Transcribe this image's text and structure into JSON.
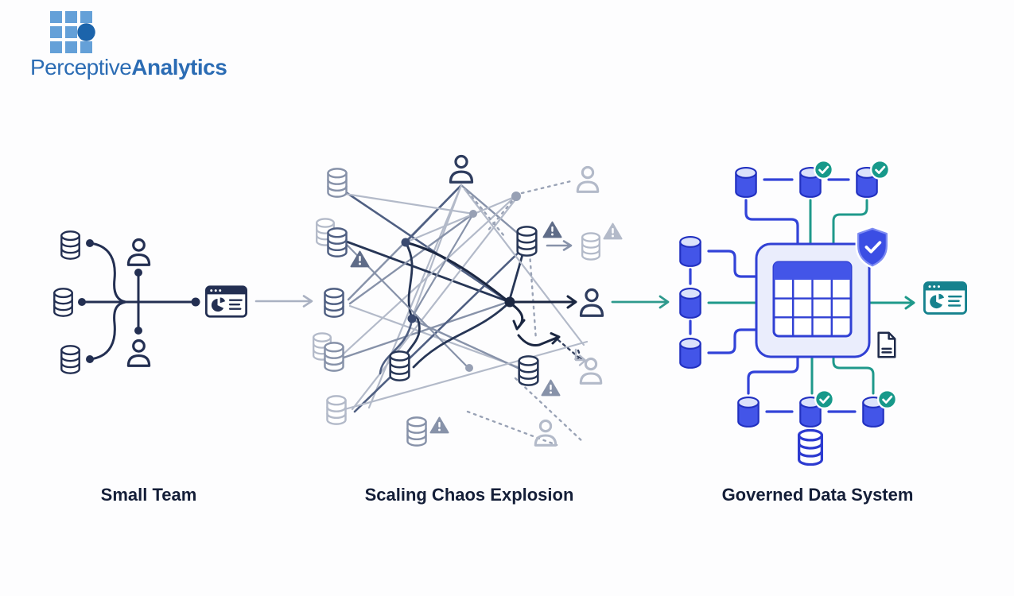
{
  "logo": {
    "brand_regular": "Perceptive",
    "brand_bold": "Analytics"
  },
  "stages": [
    {
      "id": "small-team",
      "label": "Small Team"
    },
    {
      "id": "scaling-chaos",
      "label": "Scaling Chaos Explosion"
    },
    {
      "id": "governed-data-system",
      "label": "Governed Data System"
    }
  ],
  "icons": {
    "database": "cylinder-shape",
    "user": "person-silhouette",
    "dashboard": "browser-window-with-pie-chart",
    "warning": "exclamation-triangle",
    "verified": "check-circle",
    "governance": "shield-with-check",
    "policy": "document-with-folded-corner"
  },
  "colors": {
    "navy": "#232f52",
    "chaos_light": "#b3bac9",
    "chaos_mid": "#8792a9",
    "chaos_medium_dark": "#4f5f82",
    "chaos_dark": "#273656",
    "chaos_darkest": "#1b2742",
    "blue_db_fill": "#4355e8",
    "blue_db_top": "#dbe2fb",
    "blue_stroke": "#2130c0",
    "blue_line": "#3243d8",
    "square_fill": "#eaedfc",
    "teal_line": "#1f998b",
    "teal_dashboard": "#16828e",
    "check_green": "#17998a",
    "logo_blue": "#2b6cb4",
    "logo_square_blue": "#64a0d8",
    "caption_color": "#141e38"
  }
}
